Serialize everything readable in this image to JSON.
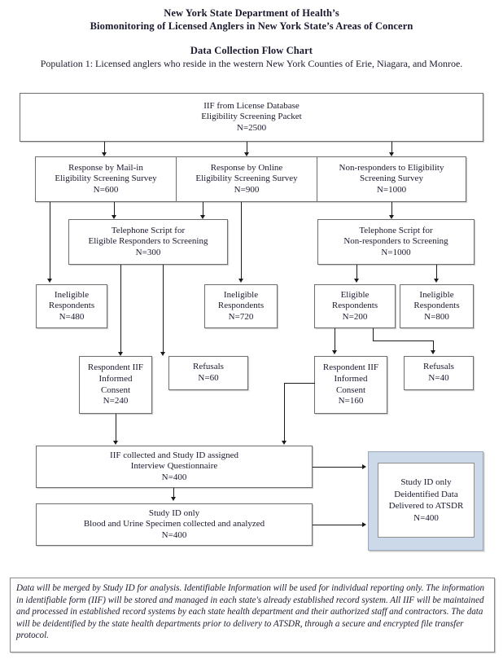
{
  "header": {
    "line1": "New York State Department of Health’s",
    "line2": "Biomonitoring of Licensed Anglers in New York State’s Areas of Concern",
    "line3": "Data Collection Flow Chart",
    "subtitle": "Population 1: Licensed anglers who reside in the western New York Counties of Erie, Niagara, and Monroe."
  },
  "nodes": {
    "source": {
      "l1": "IIF from License Database",
      "l2": "Eligibility Screening Packet",
      "l3": "N=2500"
    },
    "mail_in": {
      "l1": "Response by Mail-in",
      "l2": "Eligibility Screening Survey",
      "l3": "N=600"
    },
    "online": {
      "l1": "Response by Online",
      "l2": "Eligibility Screening Survey",
      "l3": "N=900"
    },
    "non_responders": {
      "l1": "Non-responders to Eligibility",
      "l2": "Screening Survey",
      "l3": "N=1000"
    },
    "phone_eligible": {
      "l1": "Telephone Script for",
      "l2": "Eligible Responders to Screening",
      "l3": "N=300"
    },
    "phone_nonresp": {
      "l1": "Telephone Script for",
      "l2": "Non-responders to Screening",
      "l3": "N=1000"
    },
    "ineligible_480": {
      "l1": "Ineligible",
      "l2": "Respondents",
      "l3": "N=480"
    },
    "ineligible_720": {
      "l1": "Ineligible",
      "l2": "Respondents",
      "l3": "N=720"
    },
    "eligible_200": {
      "l1": "Eligible",
      "l2": "Respondents",
      "l3": "N=200"
    },
    "ineligible_800": {
      "l1": "Ineligible",
      "l2": "Respondents",
      "l3": "N=800"
    },
    "consent_240": {
      "l1": "Respondent IIF",
      "l2": "Informed",
      "l3": "Consent",
      "l4": "N=240"
    },
    "refusals_60": {
      "l1": "Refusals",
      "l2": "N=60"
    },
    "consent_160": {
      "l1": "Respondent IIF",
      "l2": "Informed",
      "l3": "Consent",
      "l4": "N=160"
    },
    "refusals_40": {
      "l1": "Refusals",
      "l2": "N=40"
    },
    "iif_collected": {
      "l1": "IIF collected and Study ID assigned",
      "l2": "Interview Questionnaire",
      "l3": "N=400"
    },
    "specimen": {
      "l1": "Study ID only",
      "l2": "Blood and Urine Specimen collected and analyzed",
      "l3": "N=400"
    },
    "atsdr": {
      "l1": "Study ID only",
      "l2": "Deidentified Data",
      "l3": "Delivered to ATSDR",
      "l4": "N=400"
    }
  },
  "note": {
    "text": "Data will be merged by Study ID for analysis.  Identifiable Information will be used for individual reporting only. The information in identifiable form (IIF) will be stored and managed in each state's already established record system. All IIF will be maintained and processed in established record systems by each state health department and their authorized staff and contractors. The data will be deidentified by the state health departments prior to delivery to ATSDR, through a secure and encrypted file transfer protocol."
  },
  "colors": {
    "highlight_fill": "#ccd9e9",
    "box_border": "#6e6e6e",
    "connector": "#1b1b1b"
  }
}
